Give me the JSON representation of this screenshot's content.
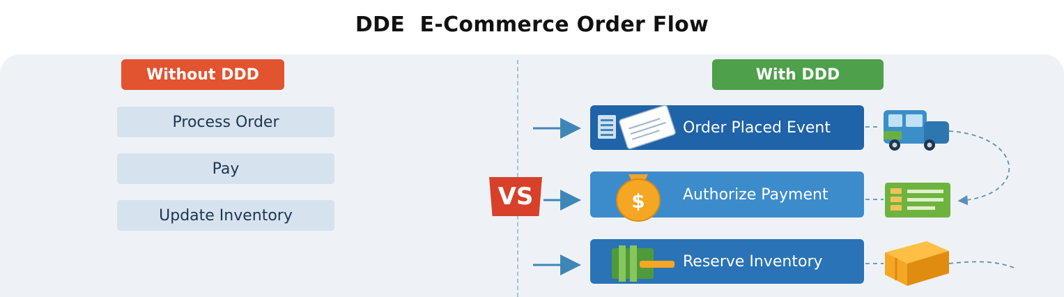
{
  "title": "DDE  E-Commerce Order Flow",
  "left": {
    "badge": "Without DDD",
    "steps": [
      "Process Order",
      "Pay",
      "Update Inventory"
    ]
  },
  "vs_label": "VS",
  "right": {
    "badge": "With DDD",
    "events": [
      {
        "label": "Order Placed Event",
        "icon": "order-document-icon",
        "side_icon": "delivery-truck-icon"
      },
      {
        "label": "Authorize Payment",
        "icon": "money-bag-icon",
        "side_icon": "payment-card-icon"
      },
      {
        "label": "Reserve Inventory",
        "icon": "inventory-package-icon",
        "side_icon": "shipping-box-icon"
      }
    ]
  },
  "colors": {
    "without_badge": "#e2532f",
    "with_badge": "#4ea04a",
    "event_blue": "#1f63a8",
    "arrow": "#3f86b8"
  }
}
